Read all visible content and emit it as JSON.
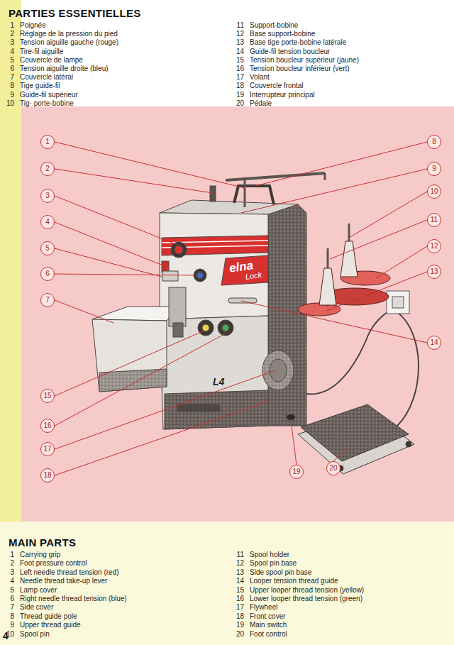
{
  "diagram": {
    "title": "PARTIES ESSENTIELLES",
    "nodes": [
      {
        "text": [
          "1"
        ]
      },
      {
        "text": [
          "2"
        ]
      },
      {
        "text": [
          "3"
        ]
      },
      {
        "text": [
          "4"
        ]
      },
      {
        "text": [
          "5"
        ]
      },
      {
        "text": [
          "6"
        ]
      },
      {
        "text": [
          "7"
        ]
      },
      {
        "text": [
          "8"
        ]
      },
      {
        "text": [
          "9"
        ]
      },
      {
        "text": [
          "10"
        ]
      },
      {
        "text": [
          "11"
        ]
      },
      {
        "text": [
          "12"
        ]
      },
      {
        "text": [
          "13"
        ]
      },
      {
        "text": [
          "14"
        ]
      },
      {
        "text": [
          "15"
        ]
      },
      {
        "text": [
          "16"
        ]
      },
      {
        "text": [
          "17"
        ]
      },
      {
        "text": [
          "18"
        ]
      },
      {
        "text": [
          "19"
        ]
      },
      {
        "text": [
          "20"
        ]
      }
    ],
    "labels": [
      "1",
      "Poignée",
      "2",
      "Réglage de la pression du pied",
      "3",
      "Tension aiguille gauche (rouge)",
      "4",
      "Tire-fil aiguille",
      "5",
      "Couvercle de lampe",
      "6",
      "Tension aiguille droite (bleu)",
      "7",
      "Couvercle latéral",
      "8",
      "Tige guide-fil",
      "9",
      "Guide-fil supérieur",
      "10",
      "Tig· porte-bobine",
      "11",
      "Support-bobine",
      "12",
      "Base support-bobine",
      "13",
      "Base tige porte-bobine latérale",
      "14",
      "Guide-fil tension boucleur",
      "15",
      "Tension boucleur supérieur (jaune)",
      "16",
      "Tension boucleur inférieur (vert)",
      "17",
      "Volant",
      "18",
      "Couvercle frontal",
      "19",
      "Interrupteur principal",
      "20",
      "Pédale",
      "elna",
      "Lock",
      "L4",
      "MAIN PARTS",
      "1",
      "Carrying grip",
      "2",
      "Foot pressure control",
      "3",
      "Left needle thread tension (red)",
      "4",
      "Needle thread take-up lever",
      "5",
      "Lamp cover",
      "6",
      "Right needle thread tension (blue)",
      "7",
      "Side cover",
      "8",
      "Thread guide pole",
      "9",
      "Upper thread guide",
      "10",
      "Spool pin",
      "11",
      "Spool holder",
      "12",
      "Spool pin base",
      "13",
      "Side spool pin base",
      "14",
      "Looper tension thread guide",
      "15",
      "Upper looper thread tension (yellow)",
      "16",
      "Lower looper thread tension (green)",
      "17",
      "Flywheel",
      "18",
      "Front cover",
      "19",
      "Main switch",
      "20",
      "Foot control",
      "4"
    ]
  }
}
